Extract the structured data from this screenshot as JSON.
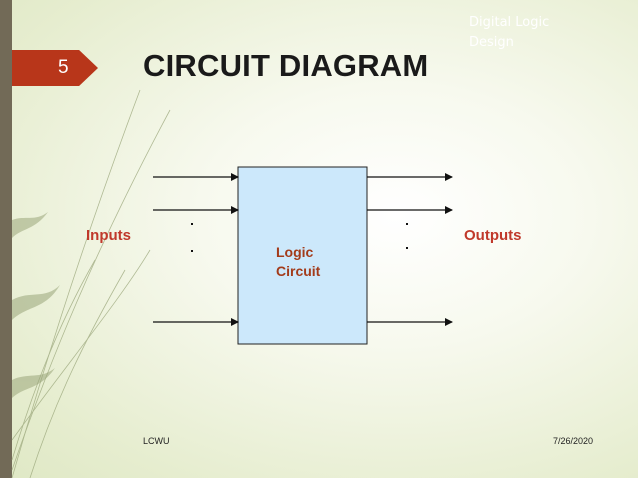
{
  "slide": {
    "number": "5",
    "header_note": "Digital Logic Design",
    "title": "CIRCUIT DIAGRAM"
  },
  "diagram": {
    "inputs_label": "Inputs",
    "outputs_label": "Outputs",
    "block_label": "Logic Circuit",
    "block_fill": "#cce8fb"
  },
  "footer": {
    "left": "LCWU",
    "right": "7/26/2020"
  },
  "colors": {
    "accent_tab": "#b8361a",
    "label_red": "#c0392b",
    "left_bar": "#726a57"
  }
}
